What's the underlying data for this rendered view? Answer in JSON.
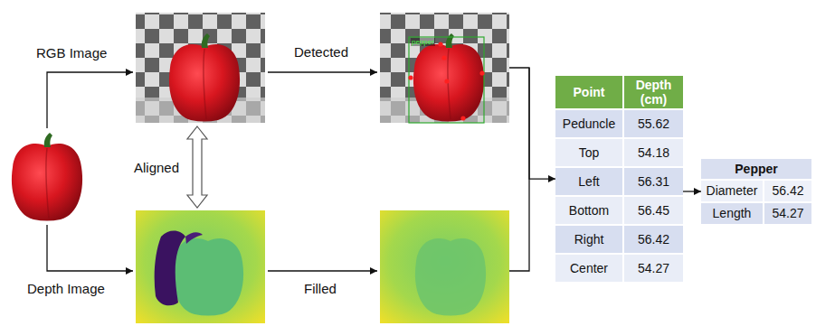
{
  "diagram": {
    "nodes": [
      {
        "text": [
          "pepper"
        ]
      },
      {
        "text": [
          "Point",
          "Depth (cm)",
          "Peduncle",
          "55.62",
          "Top",
          "54.18",
          "Left",
          "56.31",
          "Bottom",
          "56.45",
          "Right",
          "56.42",
          "Center",
          "54.27"
        ]
      },
      {
        "text": [
          "Pepper",
          "Diameter",
          "56.42",
          "Length",
          "54.27"
        ]
      }
    ],
    "edges": [
      {
        "from": 0,
        "to": 1,
        "arrow": "to"
      },
      {
        "from": 1,
        "to": 2,
        "arrow": "to"
      }
    ],
    "labels": [
      "RGB Image",
      "Detected",
      "Aligned",
      "Depth Image",
      "Filled"
    ]
  }
}
